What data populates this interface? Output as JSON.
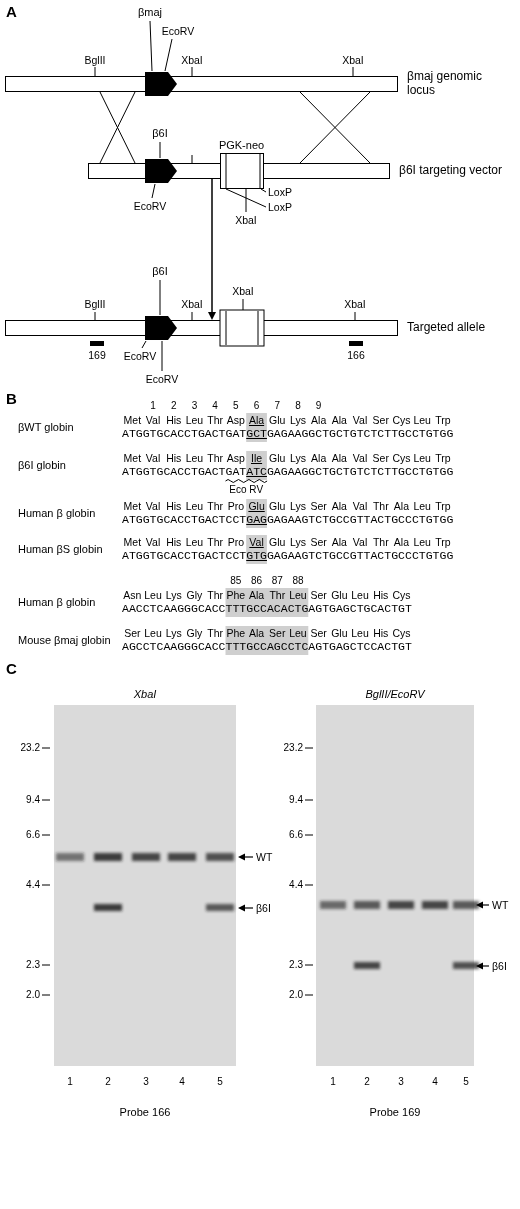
{
  "diagram": {
    "nodes": [
      {
        "text": [
          "βmaj genomic locus"
        ]
      },
      {
        "text": [
          "β6I targeting vector"
        ]
      },
      {
        "text": [
          "PGK-neo"
        ],
        "in": 1
      },
      {
        "text": [
          "Targeted allele"
        ]
      }
    ],
    "edges": [
      {
        "from": 0,
        "to": 1,
        "arrow": "none"
      },
      {
        "from": 0,
        "to": 1,
        "arrow": "none"
      },
      {
        "from": 0,
        "to": 1,
        "arrow": "none"
      },
      {
        "from": 0,
        "to": 1,
        "arrow": "none"
      },
      {
        "from": 1,
        "to": 3,
        "arrow": "to"
      }
    ],
    "labels": [
      "A",
      "βmaj",
      "EcoRV",
      "BglII",
      "XbaI",
      "XbaI",
      "β6I",
      "EcoRV",
      "LoxP",
      "LoxP",
      "XbaI",
      "BglII",
      "β6I",
      "XbaI",
      "XbaI",
      "XbaI",
      "169",
      "EcoRV",
      "EcoRV",
      "166",
      "B",
      "1",
      "2",
      "3",
      "4",
      "5",
      "6",
      "7",
      "8",
      "9",
      "βWT globin",
      "Met",
      "Val",
      "His",
      "Leu",
      "Thr",
      "Asp",
      "Ala",
      "Glu",
      "Lys",
      "Ala",
      "Ala",
      "Val",
      "Ser",
      "Cys",
      "Leu",
      "Trp",
      "ATGGTGCACCTGACTGAT",
      "GCT",
      "GAGAAGGCTGCTGTCTCTTGCCTGTGG",
      "β6I globin",
      "Met",
      "Val",
      "His",
      "Leu",
      "Thr",
      "Asp",
      "Ile",
      "Glu",
      "Lys",
      "Ala",
      "Ala",
      "Val",
      "Ser",
      "Cys",
      "Leu",
      "Trp",
      "ATGGTGCACCTGACTGAT",
      "ATC",
      "GAGAAGGCTGCTGTCTCTTGCCTGTGG",
      "Eco RV",
      "Human β globin",
      "Met",
      "Val",
      "His",
      "Leu",
      "Thr",
      "Pro",
      "Glu",
      "Glu",
      "Lys",
      "Ser",
      "Ala",
      "Val",
      "Thr",
      "Ala",
      "Leu",
      "Trp",
      "ATGGTGCACCTGACTCCT",
      "GAG",
      "GAGAAGTCTGCCGTTACTGCCCTGTGG",
      "Human βS globin",
      "Met",
      "Val",
      "His",
      "Leu",
      "Thr",
      "Pro",
      "Val",
      "Glu",
      "Lys",
      "Ser",
      "Ala",
      "Val",
      "Thr",
      "Ala",
      "Leu",
      "Trp",
      "ATGGTGCACCTGACTCCT",
      "GTG",
      "GAGAAGTCTGCCGTTACTGCCCTGTGG",
      "85",
      "86",
      "87",
      "88",
      "Human β globin",
      "Asn",
      "Leu",
      "Lys",
      "Gly",
      "Thr",
      "Phe",
      "Ala",
      "Thr",
      "Leu",
      "Ser",
      "Glu",
      "Leu",
      "His",
      "Cys",
      "AACCTCAAGGGCACC",
      "TTTGCCACACTG",
      "AGTGAGCTGCACTGT",
      "Mouse βmaj globin",
      "Ser",
      "Leu",
      "Lys",
      "Gly",
      "Thr",
      "Phe",
      "Ala",
      "Ser",
      "Leu",
      "Ser",
      "Glu",
      "Leu",
      "His",
      "Cys",
      "AGCCTCAAGGGCACC",
      "TTTGCCAGCCTC",
      "AGTGAGCTCCACTGT",
      "C",
      "XbaI",
      "23.2",
      "9.4",
      "6.6",
      "4.4",
      "2.3",
      "2.0",
      "1",
      "2",
      "3",
      "4",
      "5",
      "WT",
      "β6I",
      "Probe 166",
      "BglII/EcoRV",
      "23.2",
      "9.4",
      "6.6",
      "4.4",
      "2.3",
      "2.0",
      "1",
      "2",
      "3",
      "4",
      "5",
      "WT",
      "β6I",
      "Probe 169"
    ]
  }
}
